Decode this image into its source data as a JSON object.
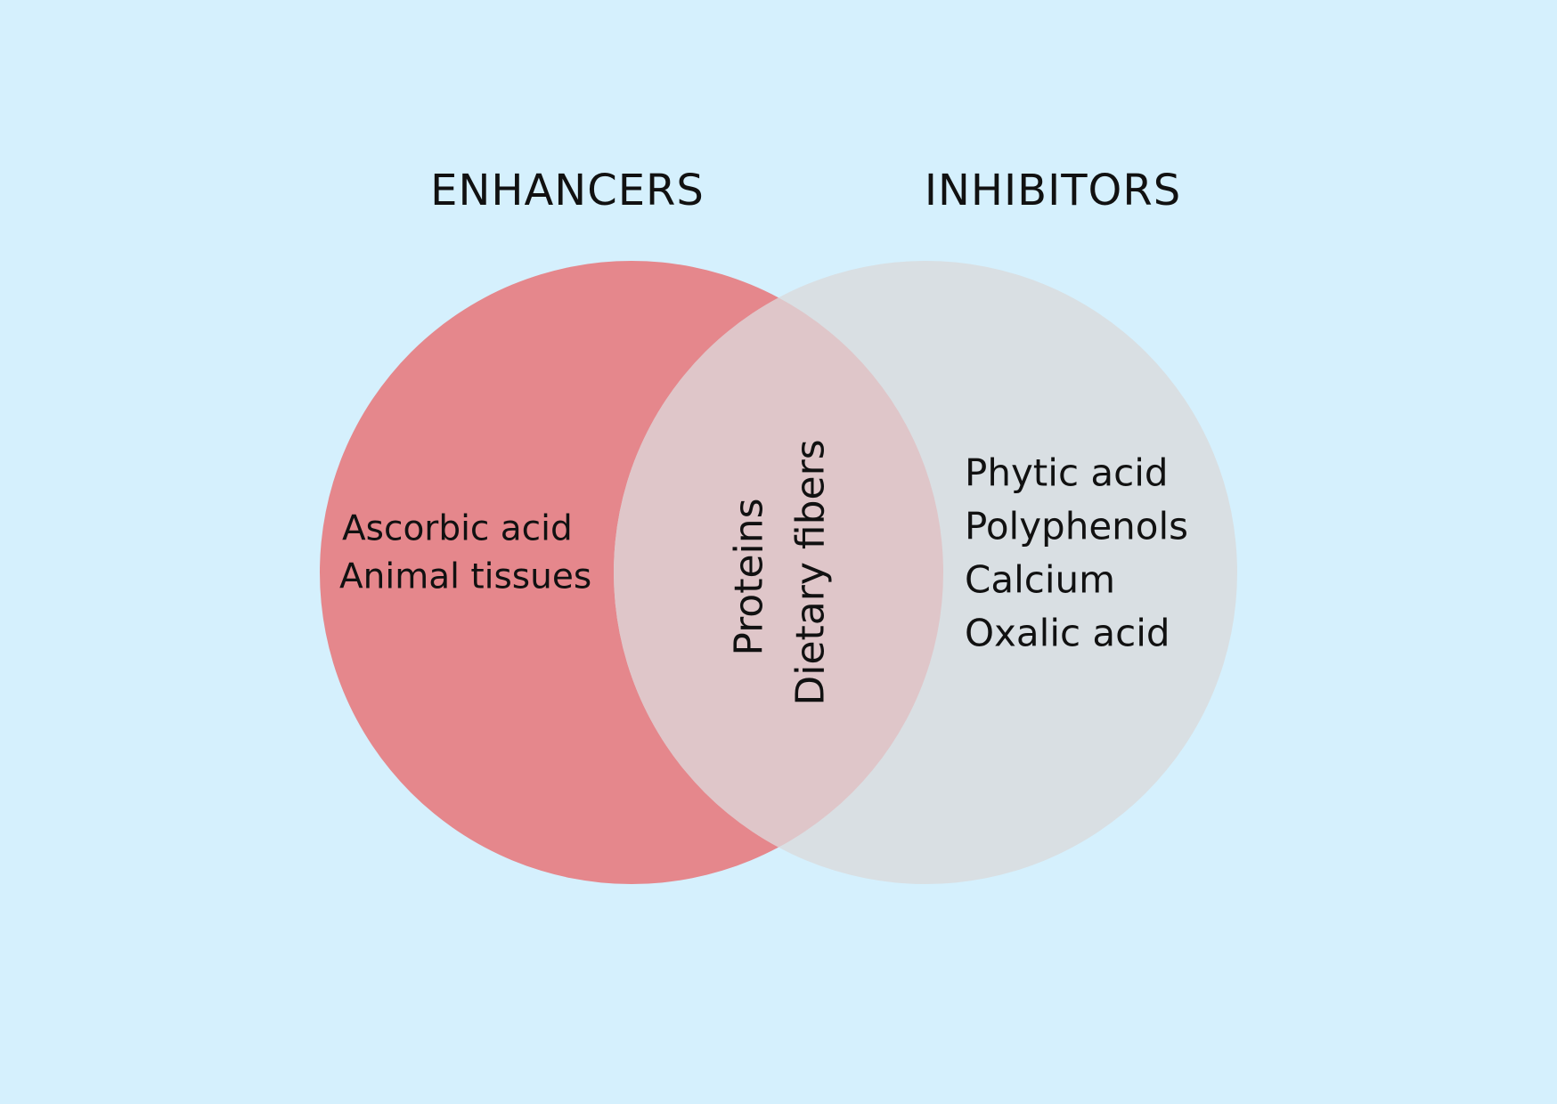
{
  "colors": {
    "background": "#d5f0fd",
    "enhancers_circle": "#e5878c",
    "inhibitors_circle": "#d9dfe3",
    "overlap": "#dfc6c9"
  },
  "enhancers": {
    "title": "ENHANCERS",
    "items": [
      "Ascorbic acid",
      "Animal tissues"
    ]
  },
  "inhibitors": {
    "title": "INHIBITORS",
    "items": [
      "Phytic acid",
      "Polyphenols",
      "Calcium",
      "Oxalic acid"
    ]
  },
  "both": {
    "items": [
      "Proteins",
      "Dietary fibers"
    ]
  }
}
